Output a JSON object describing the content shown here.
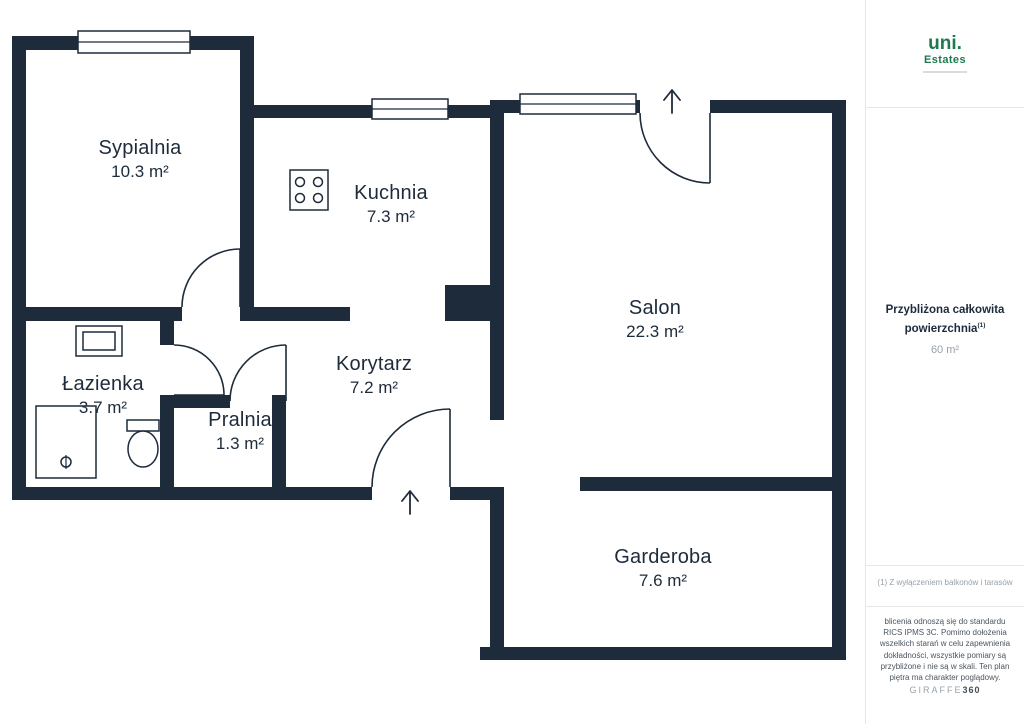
{
  "colors": {
    "wall": "#1d2b3a",
    "text_dark": "#1d2b3a",
    "green": "#1e7a4e",
    "muted": "#97a0a8"
  },
  "rooms": [
    {
      "id": "sypialnia",
      "name": "Sypialnia",
      "area": "10.3 m²"
    },
    {
      "id": "kuchnia",
      "name": "Kuchnia",
      "area": "7.3 m²"
    },
    {
      "id": "salon",
      "name": "Salon",
      "area": "22.3 m²"
    },
    {
      "id": "lazienka",
      "name": "Łazienka",
      "area": "3.7 m²"
    },
    {
      "id": "pralnia",
      "name": "Pralnia",
      "area": "1.3 m²"
    },
    {
      "id": "korytarz",
      "name": "Korytarz",
      "area": "7.2 m²"
    },
    {
      "id": "garderoba",
      "name": "Garderoba",
      "area": "7.6 m²"
    }
  ],
  "sidebar": {
    "logo": {
      "brand": "uni.",
      "sub": "Estates"
    },
    "total_area": {
      "line1": "Przybliżona całkowita",
      "line2": "powierzchnia",
      "footnote_marker": "(1)",
      "value": "60 m²"
    },
    "footnote": "(1) Z wyłączeniem balkonów i tarasów",
    "disclaimer": "blicenia odnoszą się do standardu RICS IPMS 3C. Pomimo dołożenia wszelkich starań w celu zapewnienia dokładności, wszystkie pomiary są przybliżone i nie są w skali. Ten plan piętra ma charakter poglądowy.",
    "watermark_brand": "GIRAFFE",
    "watermark_suffix": "360"
  }
}
